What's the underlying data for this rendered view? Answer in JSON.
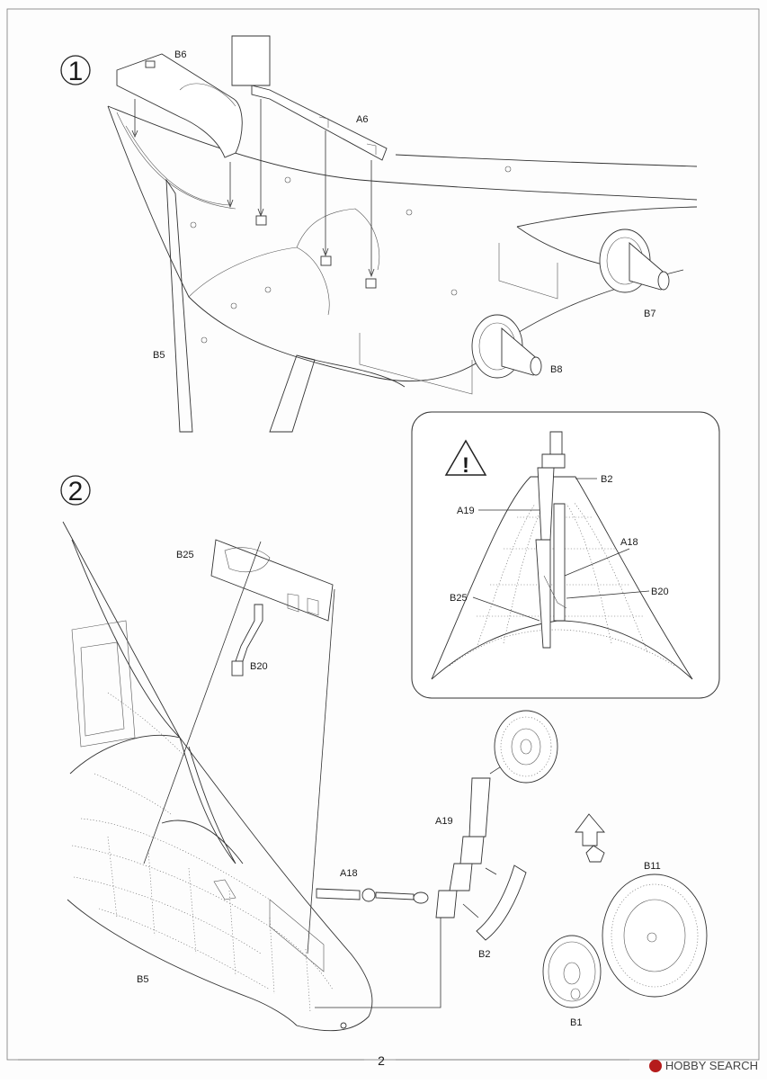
{
  "steps": [
    {
      "number": "1",
      "labels": {
        "b6": "B6",
        "a6": "A6",
        "b7": "B7",
        "b8": "B8",
        "b5": "B5"
      }
    },
    {
      "number": "2",
      "labels": {
        "b25": "B25",
        "b20": "B20",
        "b5": "B5",
        "a18": "A18",
        "a19": "A19",
        "b2": "B2",
        "b11": "B11",
        "b1": "B1"
      }
    }
  ],
  "detail_inset": {
    "warning_symbol": "!",
    "icon": "warning-triangle-icon",
    "labels": {
      "b2": "B2",
      "a19": "A19",
      "a18": "A18",
      "b20": "B20",
      "b25": "B25"
    }
  },
  "page_number": "2",
  "watermark": {
    "text": "HOBBY SEARCH",
    "icon": "copyright-logo-icon"
  }
}
